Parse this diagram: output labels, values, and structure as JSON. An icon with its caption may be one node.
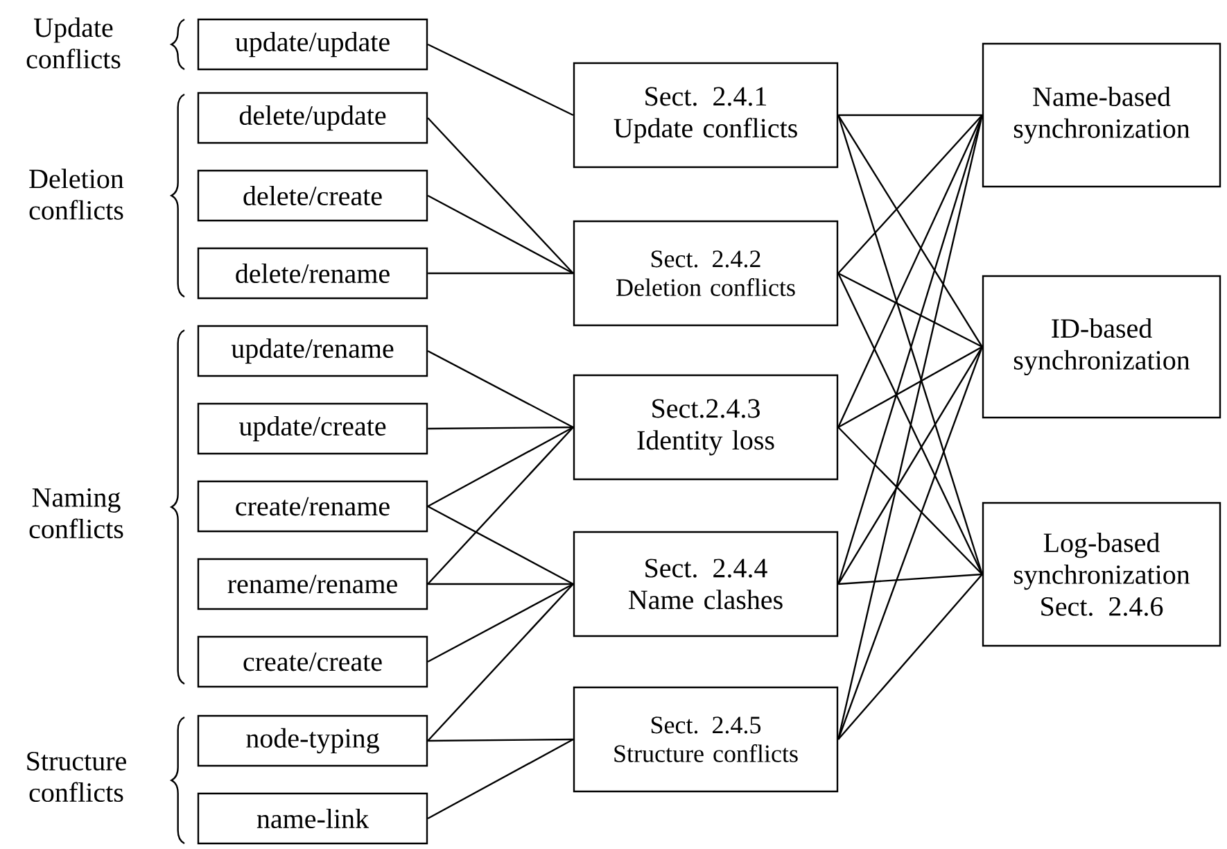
{
  "diagram": {
    "nodes": [
      {
        "text": [
          "update/update"
        ]
      },
      {
        "text": [
          "delete/update"
        ]
      },
      {
        "text": [
          "delete/create"
        ]
      },
      {
        "text": [
          "delete/rename"
        ]
      },
      {
        "text": [
          "update/rename"
        ]
      },
      {
        "text": [
          "update/create"
        ]
      },
      {
        "text": [
          "create/rename"
        ]
      },
      {
        "text": [
          "rename/rename"
        ]
      },
      {
        "text": [
          "create/create"
        ]
      },
      {
        "text": [
          "node-typing"
        ]
      },
      {
        "text": [
          "name-link"
        ]
      },
      {
        "text": [
          "Sect. 2.4.1 Update conflicts"
        ]
      },
      {
        "text": [
          "Sect. 2.4.2 Deletion conflicts"
        ]
      },
      {
        "text": [
          "Sect.2.4.3 Identity loss"
        ]
      },
      {
        "text": [
          "Sect. 2.4.4 Name clashes"
        ]
      },
      {
        "text": [
          "Sect. 2.4.5 Structure conflicts"
        ]
      },
      {
        "text": [
          "Name-based synchronization"
        ]
      },
      {
        "text": [
          "ID-based synchronization"
        ]
      },
      {
        "text": [
          "Log-based synchronization Sect. 2.4.6"
        ]
      }
    ],
    "edges": [
      {
        "from": 0,
        "to": 11,
        "arrow": "none"
      },
      {
        "from": 1,
        "to": 12,
        "arrow": "none"
      },
      {
        "from": 2,
        "to": 12,
        "arrow": "none"
      },
      {
        "from": 3,
        "to": 12,
        "arrow": "none"
      },
      {
        "from": 4,
        "to": 13,
        "arrow": "none"
      },
      {
        "from": 5,
        "to": 13,
        "arrow": "none"
      },
      {
        "from": 6,
        "to": 13,
        "arrow": "none"
      },
      {
        "from": 6,
        "to": 14,
        "arrow": "none"
      },
      {
        "from": 7,
        "to": 13,
        "arrow": "none"
      },
      {
        "from": 7,
        "to": 14,
        "arrow": "none"
      },
      {
        "from": 8,
        "to": 14,
        "arrow": "none"
      },
      {
        "from": 9,
        "to": 14,
        "arrow": "none"
      },
      {
        "from": 9,
        "to": 15,
        "arrow": "none"
      },
      {
        "from": 10,
        "to": 15,
        "arrow": "none"
      },
      {
        "from": 11,
        "to": 16,
        "arrow": "none"
      },
      {
        "from": 11,
        "to": 17,
        "arrow": "none"
      },
      {
        "from": 11,
        "to": 18,
        "arrow": "none"
      },
      {
        "from": 12,
        "to": 16,
        "arrow": "none"
      },
      {
        "from": 12,
        "to": 17,
        "arrow": "none"
      },
      {
        "from": 12,
        "to": 18,
        "arrow": "none"
      },
      {
        "from": 13,
        "to": 16,
        "arrow": "none"
      },
      {
        "from": 13,
        "to": 17,
        "arrow": "none"
      },
      {
        "from": 13,
        "to": 18,
        "arrow": "none"
      },
      {
        "from": 14,
        "to": 16,
        "arrow": "none"
      },
      {
        "from": 14,
        "to": 17,
        "arrow": "none"
      },
      {
        "from": 14,
        "to": 18,
        "arrow": "none"
      },
      {
        "from": 15,
        "to": 16,
        "arrow": "none"
      },
      {
        "from": 15,
        "to": 17,
        "arrow": "none"
      },
      {
        "from": 15,
        "to": 18,
        "arrow": "none"
      }
    ],
    "labels": [
      "Update conflicts",
      "Deletion conflicts",
      "Naming conflicts",
      "Structure conflicts"
    ]
  }
}
